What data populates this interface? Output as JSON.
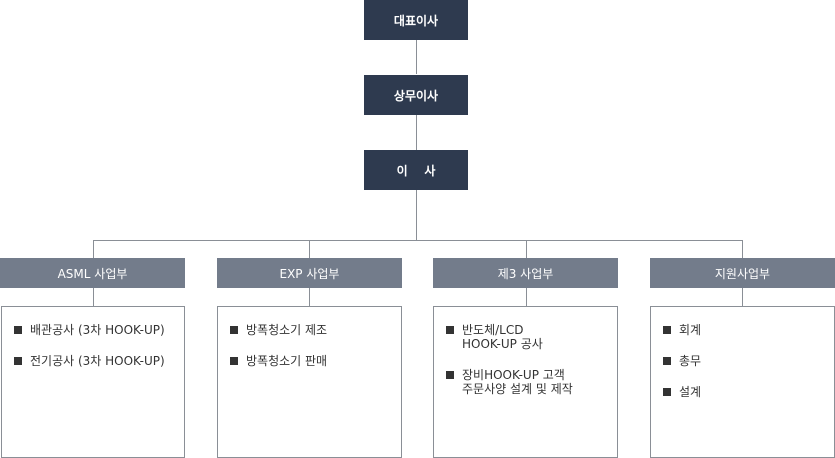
{
  "top": [
    "대표이사",
    "상무이사",
    "이    사"
  ],
  "divisions": [
    {
      "title": "ASML 사업부",
      "items": [
        "배관공사 (3차 HOOK-UP)",
        "전기공사 (3차 HOOK-UP)"
      ]
    },
    {
      "title": "EXP 사업부",
      "items": [
        "방폭청소기 제조",
        "방폭청소기 판매"
      ]
    },
    {
      "title": "제3 사업부",
      "items": [
        "반도체/LCD\nHOOK-UP 공사",
        "장비HOOK-UP 고객\n주문사양 설계 및 제작"
      ]
    },
    {
      "title": "지원사업부",
      "items": [
        "회계",
        "총무",
        "설계"
      ]
    }
  ]
}
